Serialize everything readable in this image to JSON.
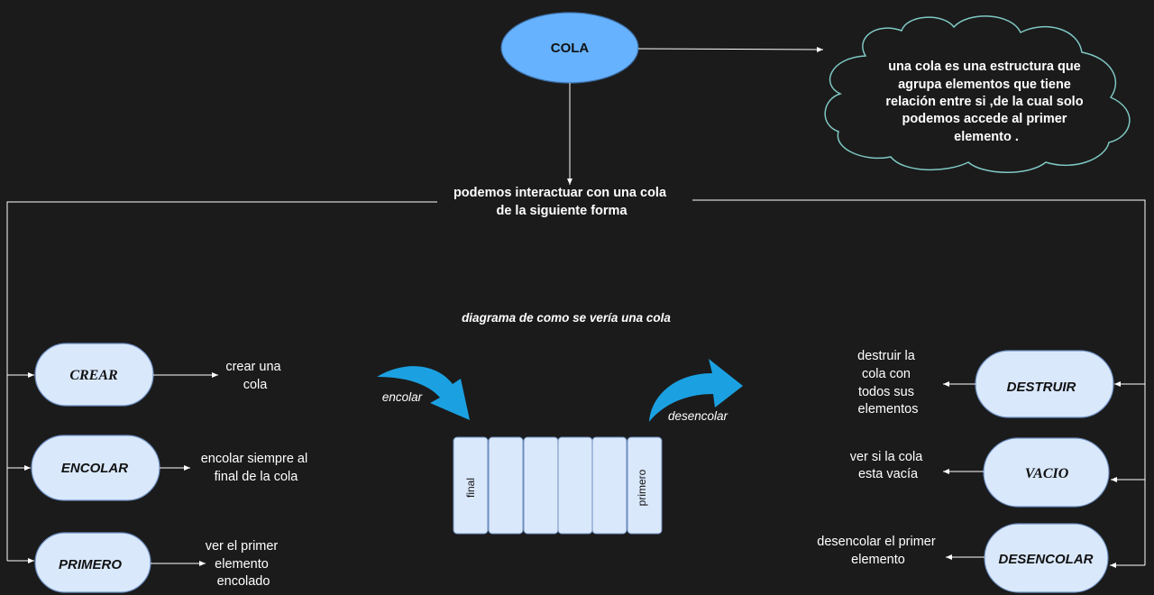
{
  "root": {
    "label": "COLA"
  },
  "definition": {
    "lines": [
      "una cola es una estructura que",
      "agrupa elementos que tiene",
      "relación entre si ,de la cual solo",
      "podemos accede al primer",
      "elemento ."
    ]
  },
  "interact": {
    "lines": [
      "podemos interactuar con una cola",
      "de la siguiente forma"
    ]
  },
  "caption": "diagrama de como se vería una  cola",
  "left_ops": [
    {
      "label": "CREAR",
      "desc": [
        "crear una",
        "cola"
      ]
    },
    {
      "label": "ENCOLAR",
      "desc": [
        "encolar siempre al",
        "final de la cola"
      ]
    },
    {
      "label": "PRIMERO",
      "desc": [
        "ver el primer",
        "elemento",
        "encolado"
      ]
    }
  ],
  "right_ops": [
    {
      "label": "DESTRUIR",
      "desc": [
        "destruir la",
        "cola con",
        "todos sus",
        "elementos"
      ]
    },
    {
      "label": "VACIO",
      "desc": [
        "ver si la cola",
        "esta vacía"
      ]
    },
    {
      "label": "DESENCOLAR",
      "desc": [
        "desencolar el primer",
        "elemento"
      ]
    }
  ],
  "queue": {
    "cells": [
      "final",
      "",
      "",
      "",
      "",
      "primero"
    ]
  },
  "arrows": {
    "encolar_label": "encolar",
    "desencolar_label": "desencolar"
  },
  "colors": {
    "background": "#1b1b1b",
    "node_fill": "#dae8fc",
    "node_stroke": "#6c8ebf",
    "root_fill": "#66b2ff",
    "cloud_stroke": "#7fc8c4",
    "curved_arrow": "#1ba1e2"
  }
}
